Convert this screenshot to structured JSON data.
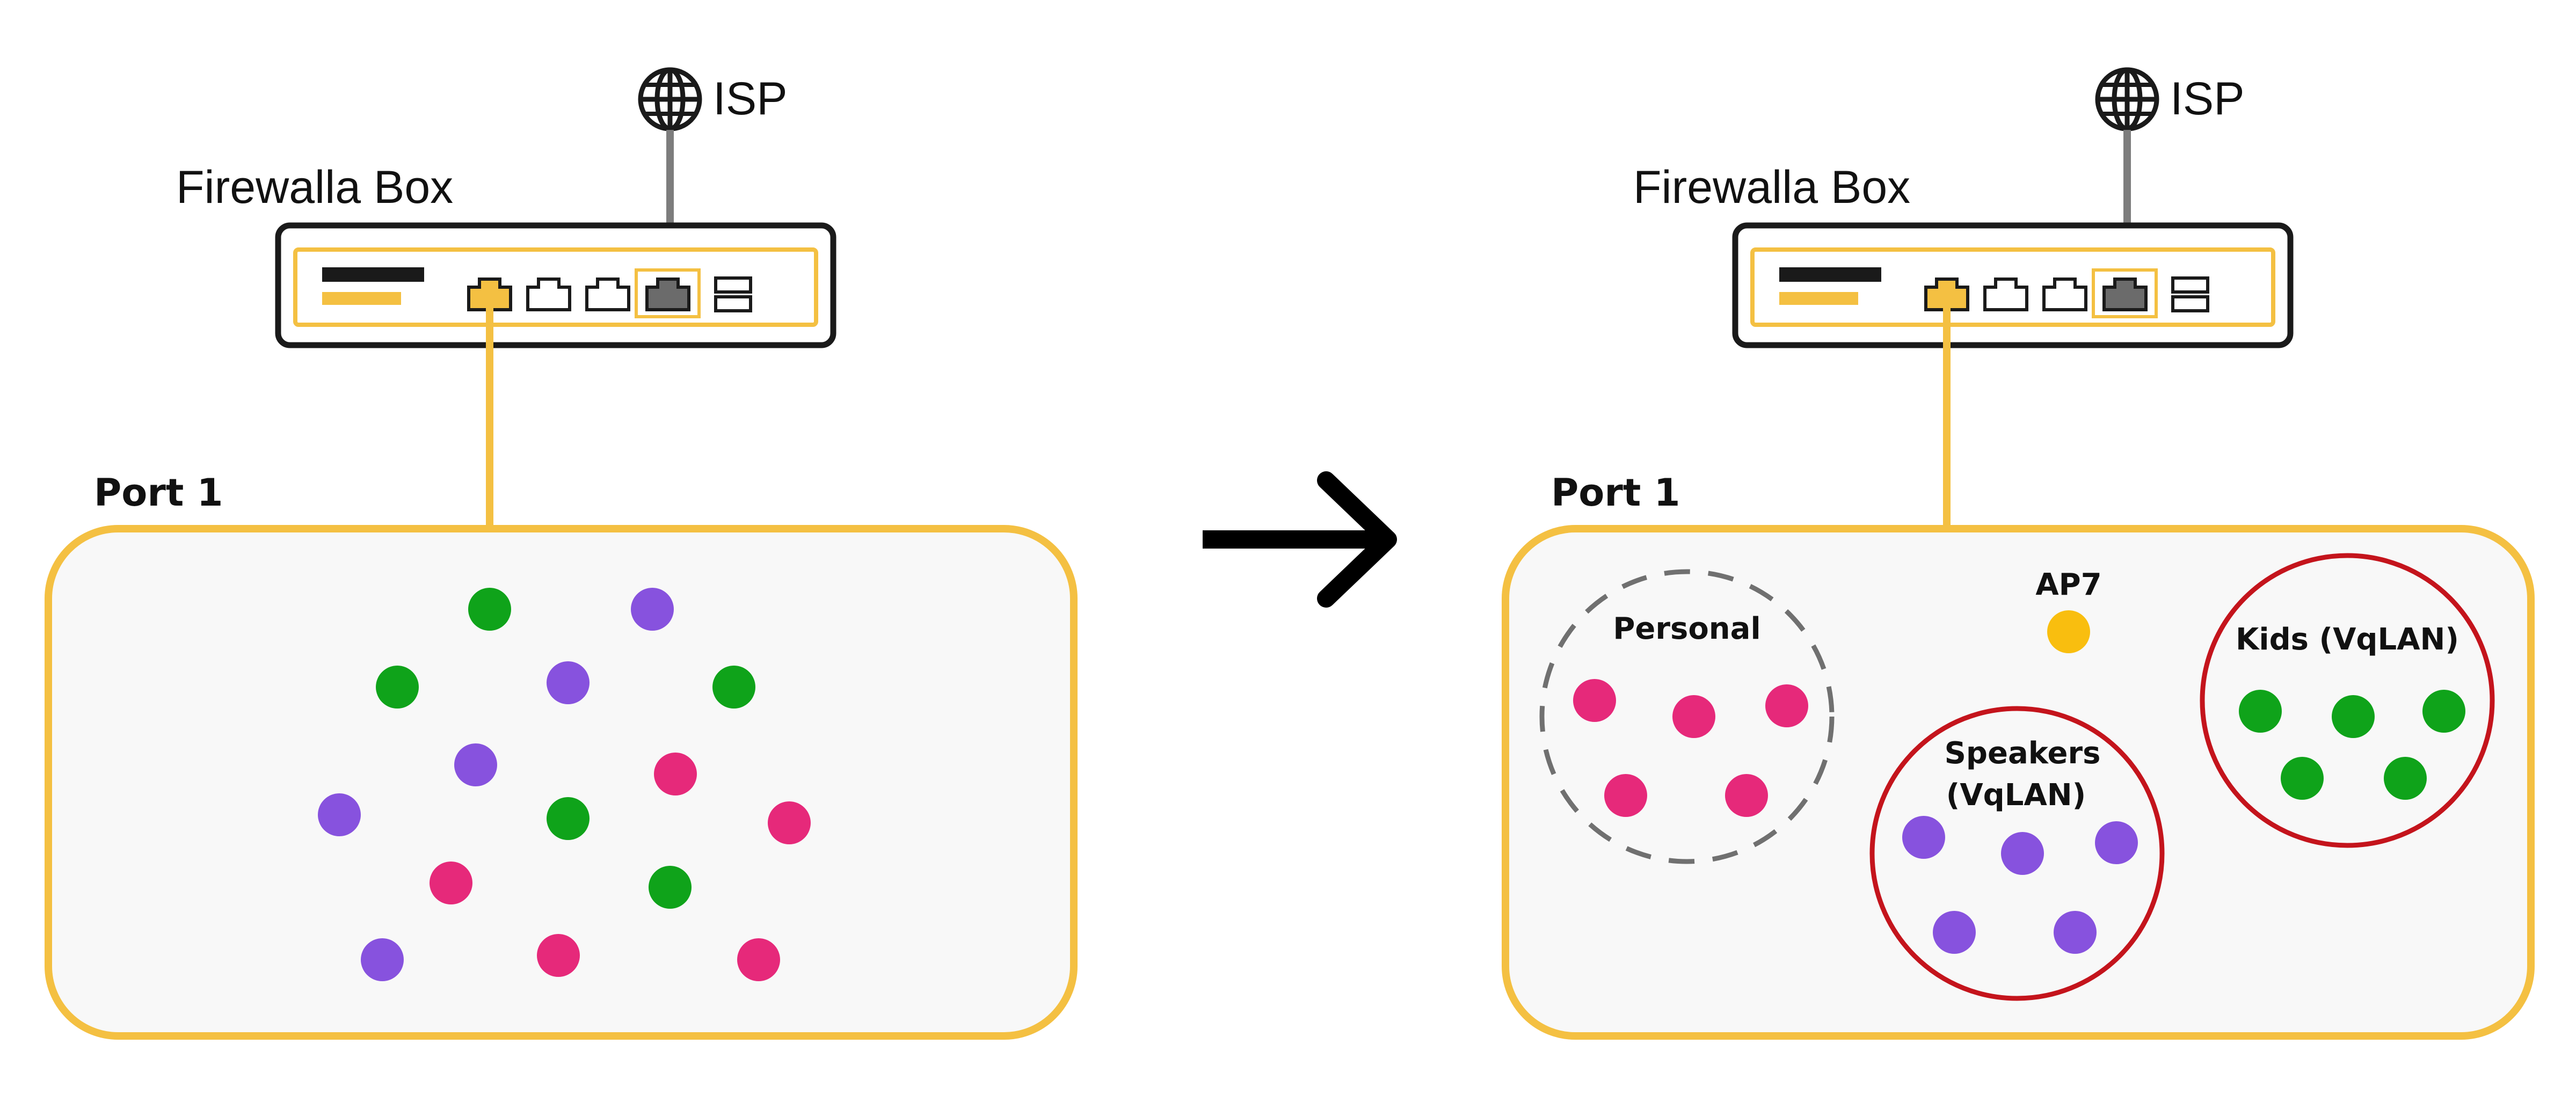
{
  "colors": {
    "yellow": "#F4C042",
    "green": "#0FA31A",
    "purple": "#8752DE",
    "pink": "#E6297A",
    "red": "#C4141C",
    "gray_port": "#6b6b6b",
    "dashed": "#707070",
    "panel_bg": "#F8F8F8",
    "ap_dot": "#F9BE0F"
  },
  "left": {
    "isp_label": "ISP",
    "box_label": "Firewalla Box",
    "port_label": "Port 1"
  },
  "right": {
    "isp_label": "ISP",
    "box_label": "Firewalla Box",
    "port_label": "Port 1",
    "ap_label": "AP7",
    "groups": {
      "personal": "Personal",
      "speakers_line1": "Speakers",
      "speakers_line2": "(VqLAN)",
      "kids": "Kids (VqLAN)"
    }
  },
  "icons": {
    "globe": "globe-icon",
    "arrow": "arrow-right-icon",
    "ethernet": "ethernet-port-icon"
  }
}
